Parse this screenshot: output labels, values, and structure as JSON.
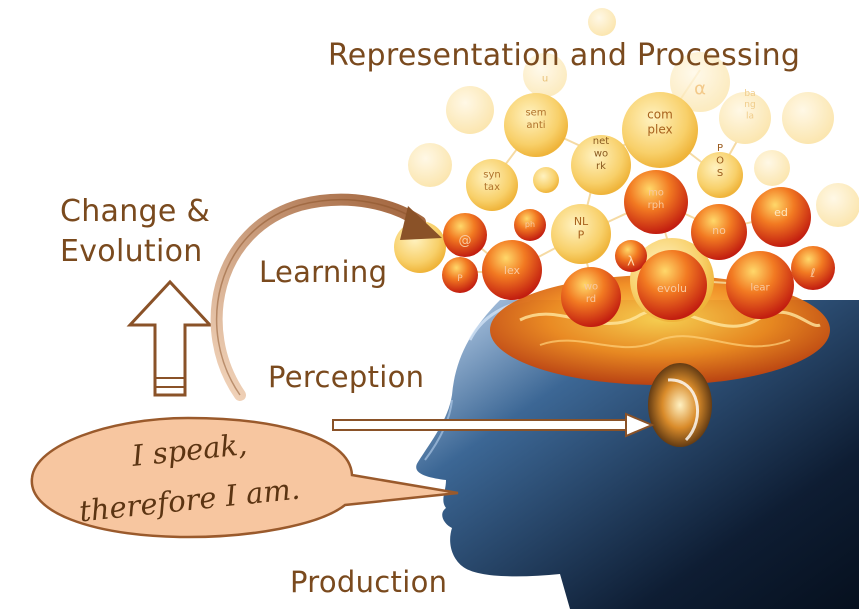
{
  "title": "Representation and Processing",
  "labels": {
    "change_line1": "Change &",
    "change_line2": "Evolution",
    "learning": "Learning",
    "perception": "Perception",
    "production": "Production"
  },
  "speech": {
    "line1": "I speak,",
    "line2": "therefore I am."
  },
  "nodes_light": [
    {
      "text": "sem\nanti"
    },
    {
      "text": "com\nplex"
    },
    {
      "text": "net\nwo\nrk"
    },
    {
      "text": "syn\ntax"
    },
    {
      "text": "P\nO\nS"
    },
    {
      "text": "ba\nng\nla"
    },
    {
      "text": "NL\nP"
    },
    {
      "text": "α"
    },
    {
      "text": "u"
    }
  ],
  "nodes_hot": [
    {
      "text": "@"
    },
    {
      "text": "lex"
    },
    {
      "text": "mo\nrph"
    },
    {
      "text": "no"
    },
    {
      "text": "ed"
    },
    {
      "text": "λ"
    },
    {
      "text": "wo\nrd"
    },
    {
      "text": "evolu"
    },
    {
      "text": "lear"
    },
    {
      "text": "P"
    },
    {
      "text": "ph"
    },
    {
      "text": "ℓ"
    }
  ],
  "colors": {
    "text": "#7a4a1e",
    "arrow": "#8a5228",
    "bubble_fill": "#f7c6a0",
    "light_node": "#f6c85a",
    "hot_node": "#e8521a",
    "head": "#1f3a5c"
  },
  "icons": [
    "speech-bubble-icon",
    "up-arrow-icon",
    "curved-arrow-icon",
    "right-arrow-icon",
    "head-silhouette-icon",
    "ear-icon",
    "brain-icon"
  ]
}
